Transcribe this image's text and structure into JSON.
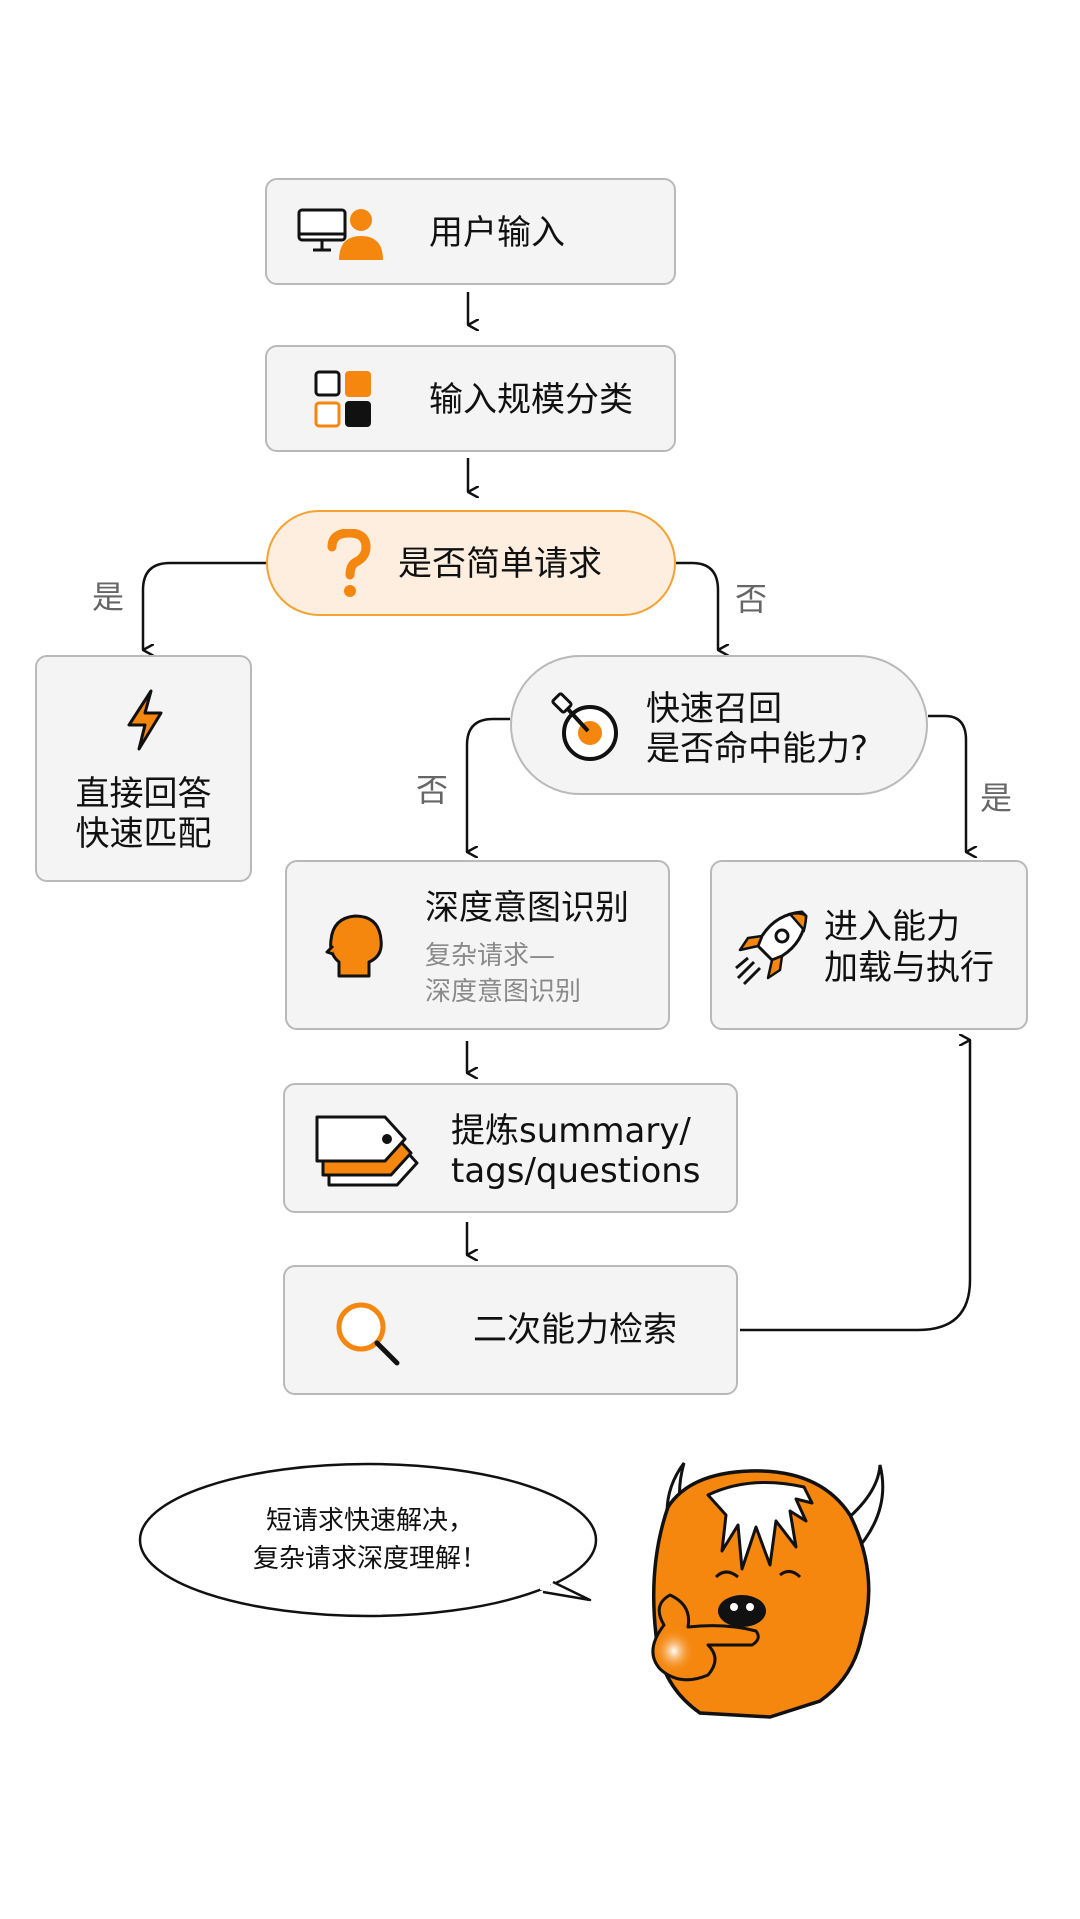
{
  "nodes": {
    "user_input": {
      "label": "用户输入"
    },
    "input_scale": {
      "label": "输入规模分类"
    },
    "simple_request": {
      "label": "是否简单请求"
    },
    "direct_answer": {
      "line1": "直接回答",
      "line2": "快速匹配"
    },
    "quick_recall": {
      "line1": "快速召回",
      "line2": "是否命中能力?"
    },
    "deep_intent": {
      "label": "深度意图识别",
      "sub1": "复杂请求—",
      "sub2": "深度意图识别"
    },
    "extract": {
      "line1": "提炼summary/",
      "line2": "tags/questions"
    },
    "second_search": {
      "label": "二次能力检索"
    },
    "load_execute": {
      "line1": "进入能力",
      "line2": "加载与执行"
    }
  },
  "edges": {
    "simple_yes": "是",
    "simple_no": "否",
    "recall_no": "否",
    "recall_yes": "是"
  },
  "mascot": {
    "speech_line1": "短请求快速解决，",
    "speech_line2": "复杂请求深度理解！"
  },
  "colors": {
    "accent": "#f5870f",
    "box_fill": "#f4f4f4",
    "box_border": "#b9b9b9",
    "decision_fill": "#fdeee0"
  },
  "icons": [
    "monitor-user-icon",
    "blocks-icon",
    "question-icon",
    "lightning-icon",
    "target-icon",
    "head-icon",
    "rocket-icon",
    "tags-icon",
    "search-icon"
  ]
}
